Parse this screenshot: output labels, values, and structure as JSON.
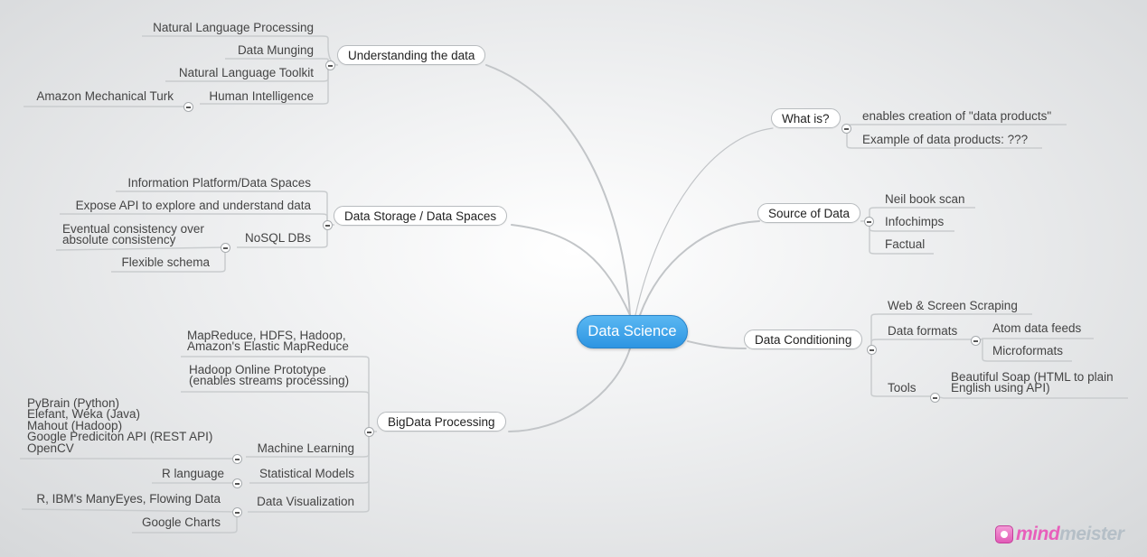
{
  "center": "Data Science",
  "branches": {
    "understanding": {
      "label": "Understanding the data",
      "items": [
        "Natural Language Processing",
        "Data Munging",
        "Natural Language Toolkit",
        "Human Intelligence"
      ],
      "human_intelligence_child": "Amazon Mechanical Turk"
    },
    "storage": {
      "label": "Data Storage / Data Spaces",
      "items": [
        "Information Platform/Data Spaces",
        "Expose API to explore and understand data",
        "NoSQL DBs"
      ],
      "nosql_children": [
        "Eventual consistency over\nabsolute consistency",
        "Flexible schema"
      ]
    },
    "bigdata": {
      "label": "BigData Processing",
      "items": [
        "MapReduce, HDFS, Hadoop,\nAmazon's Elastic MapReduce",
        "Hadoop Online Prototype\n(enables streams processing)",
        "Machine Learning",
        "Statistical Models",
        "Data Visualization"
      ],
      "ml_child": "PyBrain (Python)\nElefant, Weka (Java)\nMahout (Hadoop)\nGoogle Prediciton API (REST API)\nOpenCV",
      "stats_child": "R language",
      "viz_children": [
        "R, IBM's ManyEyes, Flowing Data",
        "Google Charts"
      ]
    },
    "whatis": {
      "label": "What is?",
      "items": [
        "enables creation of \"data products\"",
        "Example of data products: ???"
      ]
    },
    "source": {
      "label": "Source of Data",
      "items": [
        "Neil book scan",
        "Infochimps",
        "Factual"
      ]
    },
    "conditioning": {
      "label": "Data Conditioning",
      "items": [
        "Web & Screen Scraping",
        "Data formats",
        "Tools"
      ],
      "formats_children": [
        "Atom data feeds",
        "Microformats"
      ],
      "tools_child": "Beautiful Soap (HTML to plain\nEnglish using API)"
    }
  },
  "logo": {
    "part1": "mind",
    "part2": "meister"
  }
}
